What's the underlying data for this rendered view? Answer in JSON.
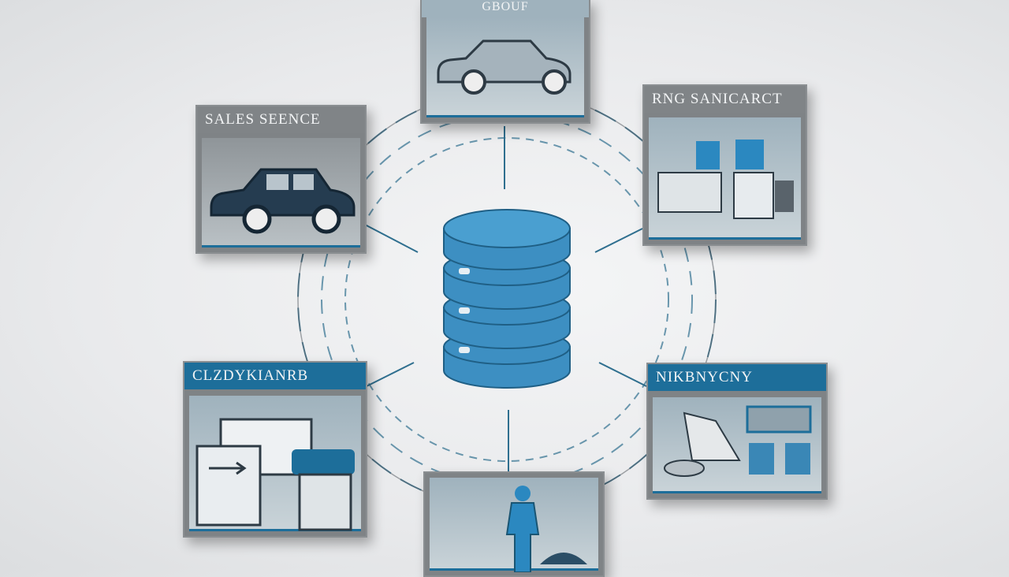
{
  "diagram": {
    "center": {
      "icon": "database-icon",
      "color": "#3d8fc2"
    },
    "panels": [
      {
        "label": "GBOUF",
        "icon": "car-icon"
      },
      {
        "label": "SALES SEENCE",
        "icon": "car-icon"
      },
      {
        "label": "RNG SANICARCT",
        "icon": "machinery-icon"
      },
      {
        "label": "CLZDYKIANRB",
        "icon": "workstation-icon"
      },
      {
        "label": "NIKBNYCNY",
        "icon": "tools-icon"
      },
      {
        "label": "",
        "icon": "person-icon"
      }
    ],
    "colors": {
      "accent": "#1d6e9a",
      "panel": "#808487",
      "background": "#eceef0"
    }
  }
}
